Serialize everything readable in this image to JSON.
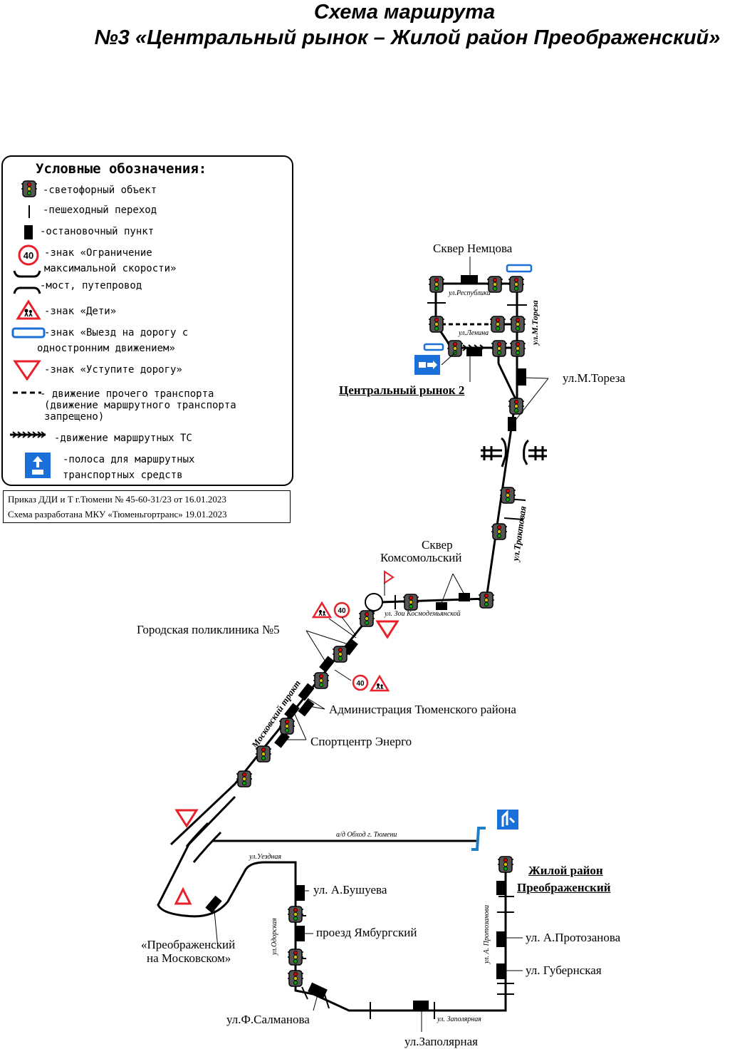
{
  "title": {
    "line1": "Схема маршрута",
    "line2": "№3 «Центральный рынок – Жилой район Преображенский»"
  },
  "legend": {
    "header": "Условные обозначения:",
    "items": [
      {
        "icon": "traffic-light-icon",
        "text": "-светофорный объект"
      },
      {
        "icon": "pedestrian-crossing-icon",
        "text": "-пешеходный переход"
      },
      {
        "icon": "bus-stop-icon",
        "text": "-остановочный пункт"
      },
      {
        "icon": "speed-limit-40-icon",
        "sign_text": "40",
        "text1": "-знак «Ограничение",
        "text2": "максимальной скорости»"
      },
      {
        "icon": "bridge-icon",
        "text": "-мост, путепровод"
      },
      {
        "icon": "children-sign-icon",
        "text": "-знак «Дети»"
      },
      {
        "icon": "one-way-exit-sign-icon",
        "text1": "-знак «Выезд на дорогу с",
        "text2": "одностронним движением»"
      },
      {
        "icon": "yield-sign-icon",
        "text": "-знак «Уступите дорогу»"
      },
      {
        "icon": "dashed-line-icon",
        "text1": "- движение прочего транспорта",
        "text2": "(движение маршрутного транспорта",
        "text3": "запрещено)"
      },
      {
        "icon": "route-arrow-line-icon",
        "text": "-движение маршрутных ТС"
      },
      {
        "icon": "bus-lane-sign-icon",
        "text1": "-полоса для маршрутных",
        "text2": "транспортных средств"
      }
    ]
  },
  "order": {
    "line1": "Приказ ДДИ и Т г.Тюмени № 45-60-31/23 от 16.01.2023",
    "line2": "Схема разработана МКУ «Тюменьгортранс» 19.01.2023"
  },
  "stops": {
    "nemtsova": "Сквер Немцова",
    "central_market": "Центральный рынок 2",
    "tореза_stop": "ул.М.Тореза",
    "komsomolsky1": "Сквер",
    "komsomolsky2": "Комсомольский",
    "poliklinika": "Городская поликлиника №5",
    "administration": "Администрация Тюменского района",
    "energo": "Спортцентр Энерго",
    "preobr_moskovsky1": "«Преображенский",
    "preobr_moskovsky2": "на Московском»",
    "bushueva": "ул. А.Бушуева",
    "yamburgsky": "проезд Ямбургский",
    "salmanova": "ул.Ф.Салманова",
    "zapolyarnaya": "ул.Заполярная",
    "terminus1": "Жилой район",
    "terminus2": "Преображенский",
    "protozanova": "ул. А.Протозанова",
    "gubernskaya": "ул. Губернская"
  },
  "streets": {
    "respubliki": "ул.Республики",
    "lenina": "ул.Ленина",
    "toreza": "ул.М.Тореза",
    "traktovaya": "ул.Трактовая",
    "kosmodemyanskoy": "ул. Зои Космодемьянской",
    "moskovsky_trakt": "Московский тракт",
    "obkhod": "а/д Обход г. Тюмени",
    "uezdnaya": "ул.Уездная",
    "odorskaya": "ул.Одорская",
    "protozanova": "ул. А. Протозанова",
    "zapolyarnaya": "ул. Заполярная"
  },
  "signs": {
    "speed_limit": "40"
  },
  "colors": {
    "sign_red": "#e8202a",
    "sign_blue": "#1a6fd8",
    "lane_blue": "#1f7fc4",
    "traffic_light_body": "#555555"
  }
}
